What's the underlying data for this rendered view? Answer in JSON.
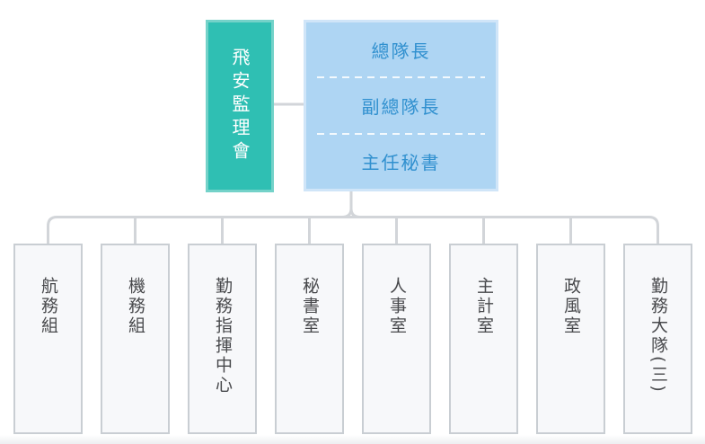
{
  "org": {
    "supervisory_board": "飛安監理會",
    "command_roles": [
      "總隊長",
      "副總隊長",
      "主任秘書"
    ],
    "departments": [
      "航務組",
      "機務組",
      "勤務指揮中心",
      "秘書室",
      "人事室",
      "主計室",
      "政風室",
      "勤務大隊(三)"
    ]
  },
  "colors": {
    "teal_fill": "#2fbfb3",
    "teal_border": "#74d2c9",
    "teal_text": "#ffffff",
    "blue_fill": "#aed5f3",
    "blue_border": "#d0e5f8",
    "blue_text": "#3090cf",
    "connector_gray": "#d2d5d9",
    "dept_border": "#c9ced3",
    "dept_fill": "#f7f8fa",
    "dept_text": "#48494c"
  }
}
